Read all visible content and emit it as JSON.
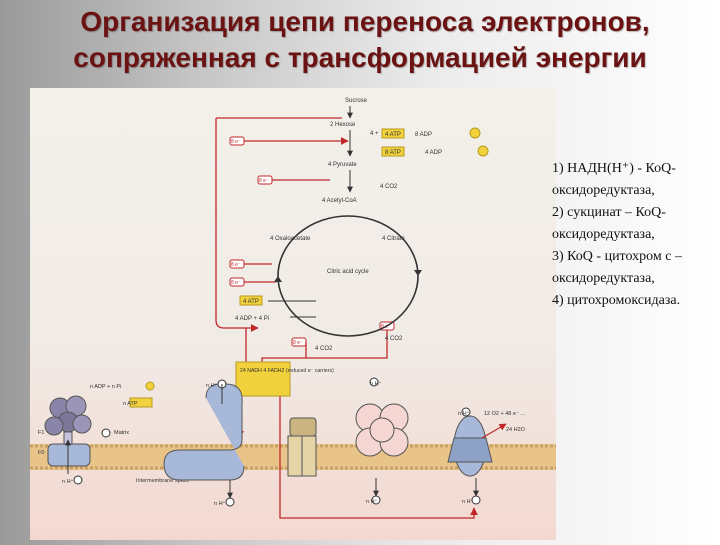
{
  "title": {
    "line1": "Организация цепи переноса электронов,",
    "line2": "сопряженная с трансформацией энергии"
  },
  "legend": [
    "1) НАДН(Н⁺) - КоQ-",
    "оксидоредуктаза,",
    "2) сукцинат – КоQ-",
    "оксидоредуктаза,",
    "3) КоQ - цитохром с –",
    "оксидоредуктаза,",
    "4) цитохромоксидаза."
  ],
  "diagram": {
    "sucrose": "Sucrose",
    "hexose": "2 Hexose",
    "pyruvate": "4 Pyruvate",
    "acetyl_coa": "4 Acetyl-CoA",
    "oxaloacetate": "4 Oxaloacetate",
    "citrate": "4 Citrate",
    "citric_acid_cycle": "Citric acid cycle",
    "reduced_carriers": "24 NADH 4 FADH2 (reduced e⁻ carriers)",
    "outer_atp_reaction": "n ADP + n Pi",
    "outer_atp_product": "n ATP",
    "matrix": "Matrix",
    "intermembrane_space": "Intermembrane space",
    "f1_label": "F1",
    "f0_label": "F0",
    "water_product": "24 H2O",
    "oxygen_reaction": "12 O2 + 48 e⁻ ...",
    "glycolysis_atp_1": "4 ATP",
    "glycolysis_adp_1": "8 ADP",
    "glycolysis_atp_2": "8 ATP",
    "glycolysis_adp_2": "4 ADP",
    "co2_pyruvate": "4 CO2",
    "cycle_atp": "4 ATP",
    "cycle_adp": "4 ADP + 4 Pi",
    "co2_cycle_1": "4 CO2",
    "co2_cycle_2": "4 CO2",
    "electron": "8 e⁻",
    "proton": "n H⁺"
  },
  "colors": {
    "title": "#6b1212",
    "arrow_red": "#c0282b",
    "atp_yellow": "#f2d23c",
    "membrane": "#e8c489",
    "protein_blue": "#a8b8d8",
    "diagram_bg_top": "#f3f0ea",
    "diagram_bg_bottom": "#f3d8d0"
  }
}
